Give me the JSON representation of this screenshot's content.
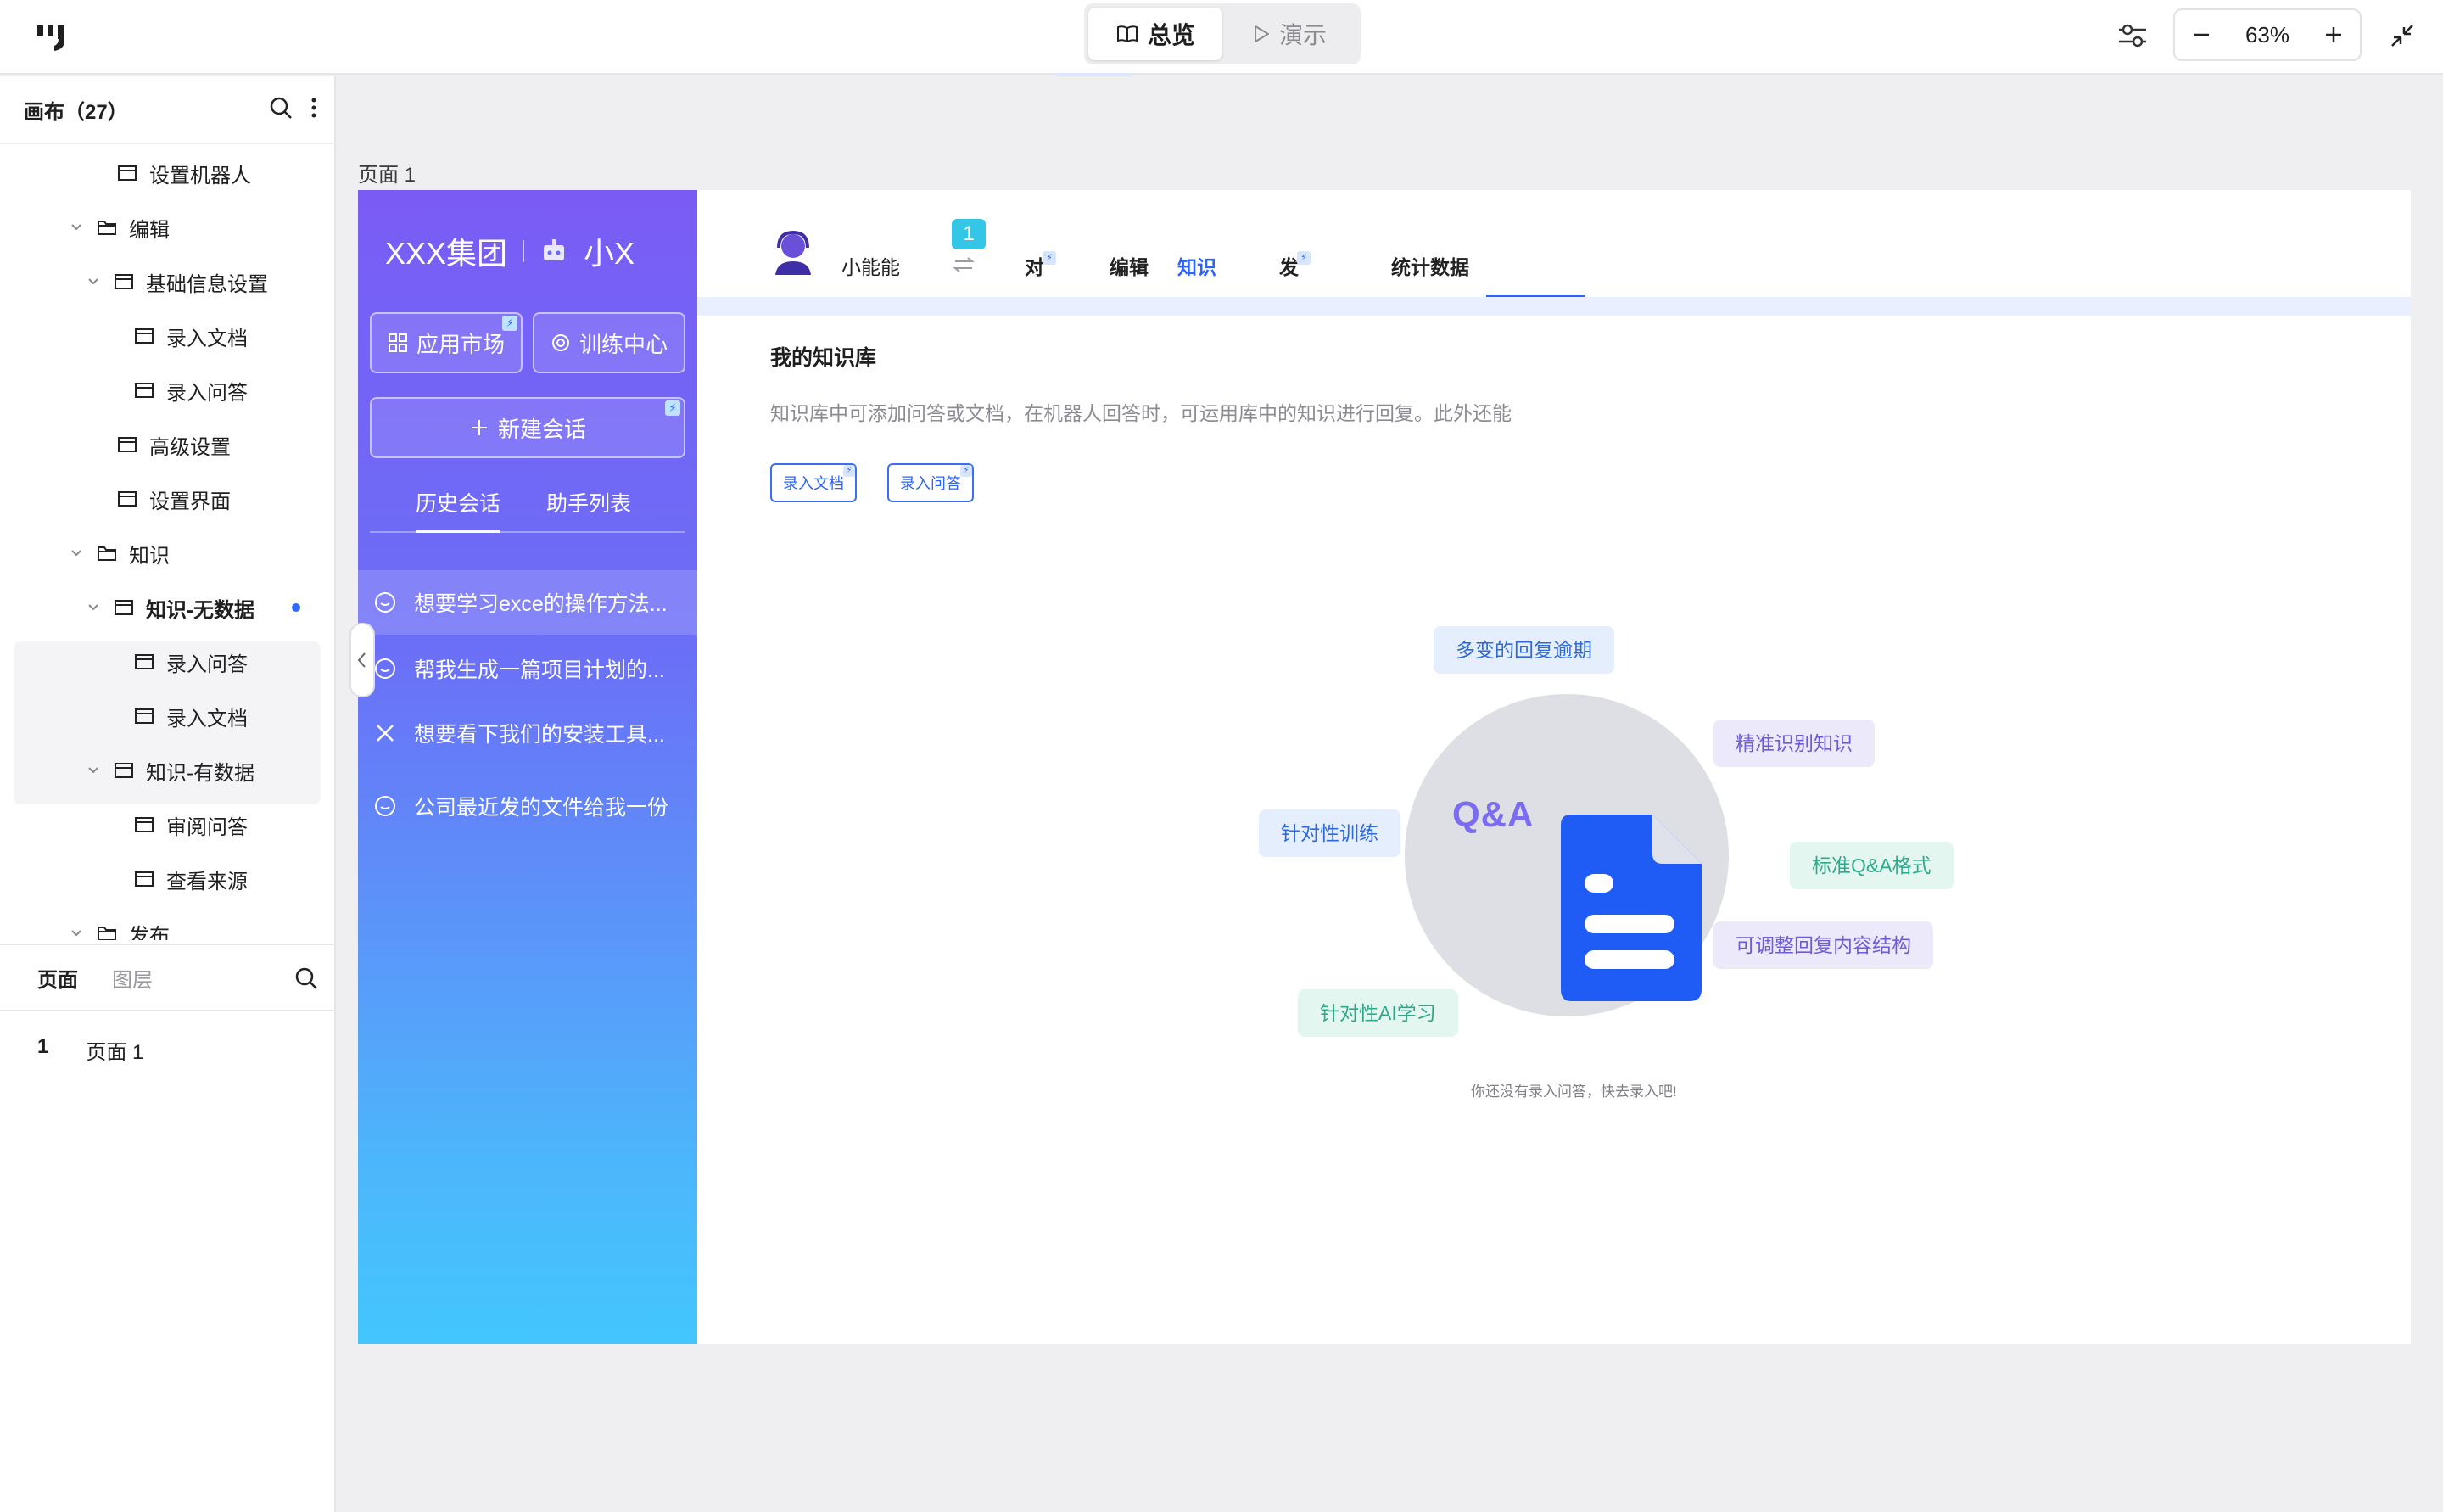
{
  "topbar": {
    "mode_overview": "总览",
    "mode_present": "演示",
    "zoom": "63%"
  },
  "left_panel": {
    "title": "画布（27）",
    "tree": [
      {
        "label": "设置机器人"
      },
      {
        "label": "编辑"
      },
      {
        "label": "基础信息设置"
      },
      {
        "label": "录入文档"
      },
      {
        "label": "录入问答"
      },
      {
        "label": "高级设置"
      },
      {
        "label": "设置界面"
      },
      {
        "label": "知识"
      },
      {
        "label": "知识-无数据"
      },
      {
        "label": "录入问答"
      },
      {
        "label": "录入文档"
      },
      {
        "label": "知识-有数据"
      },
      {
        "label": "审阅问答"
      },
      {
        "label": "查看来源"
      },
      {
        "label": "发布"
      }
    ],
    "tabs": {
      "pages": "页面",
      "layers": "图层"
    },
    "page_list": [
      {
        "num": "1",
        "name": "页面 1"
      }
    ]
  },
  "canvas": {
    "frame_label": "页面 1"
  },
  "app": {
    "brand": "XXX集团",
    "brand_short": "小X",
    "btn_market": "应用市场",
    "btn_training": "训练中心",
    "btn_new_chat": "新建会话",
    "tab_history": "历史会话",
    "tab_assistants": "助手列表",
    "history": [
      "想要学习exce的操作方法...",
      "帮我生成一篇项目计划的...",
      "想要看下我们的安装工具...",
      "公司最近发的文件给我一份"
    ],
    "bot_name": "小能能",
    "badge": "1",
    "nav": {
      "chat": "对",
      "edit": "编辑",
      "knowledge": "知识",
      "publish": "发",
      "stats": "统计数据"
    },
    "kb_title": "我的知识库",
    "kb_desc": "知识库中可添加问答或文档，在机器人回答时，可运用库中的知识进行回复。此外还能",
    "kb_btn_doc": "录入文档",
    "kb_btn_qa": "录入问答",
    "illustration": {
      "qa": "Q&A",
      "tags": {
        "t1": "多变的回复逾期",
        "t2": "精准识别知识",
        "t3": "针对性训练",
        "t4": "标准Q&A格式",
        "t5": "可调整回复内容结构",
        "t6": "针对性AI学习"
      }
    },
    "empty_text": "你还没有录入问答，快去录入吧!"
  },
  "colors": {
    "accent": "#2a63ff",
    "sidebar_top": "#7a5cf5",
    "sidebar_bottom": "#43c6fd",
    "doc_blue": "#1f5bf5"
  }
}
